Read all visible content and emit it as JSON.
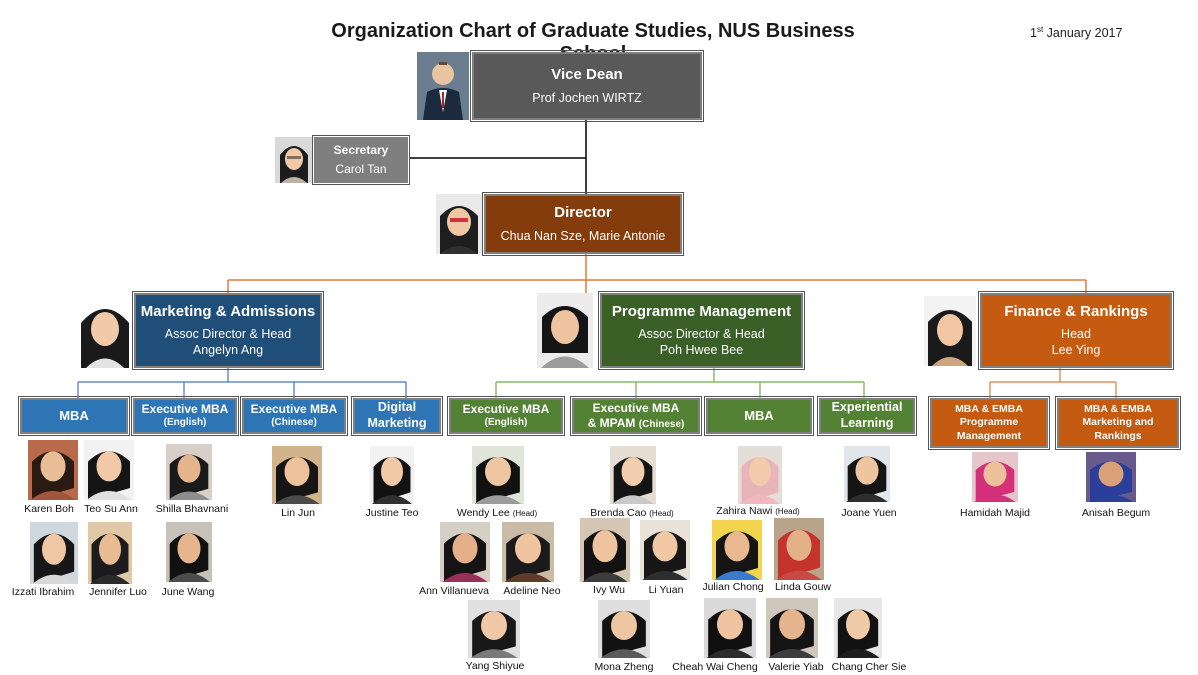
{
  "title": "Organization Chart of Graduate Studies, NUS Business School",
  "date": {
    "day": "1",
    "suffix": "st",
    "rest": "January 2017"
  },
  "colors": {
    "vice_dean": "#595959",
    "secretary": "#7f7f7f",
    "director": "#843c0c",
    "marketing": "#1f4e79",
    "programme": "#3a5f27",
    "finance": "#c55a11"
  },
  "vice_dean": {
    "role": "Vice Dean",
    "name": "Prof Jochen WIRTZ"
  },
  "secretary": {
    "role": "Secretary",
    "name": "Carol Tan"
  },
  "director": {
    "role": "Director",
    "name": "Chua Nan Sze, Marie Antonie"
  },
  "departments": {
    "marketing": {
      "title": "Marketing & Admissions",
      "role": "Assoc Director & Head",
      "name": "Angelyn Ang"
    },
    "programme": {
      "title": "Programme Management",
      "role": "Assoc Director & Head",
      "name": "Poh Hwee Bee"
    },
    "finance": {
      "title": "Finance & Rankings",
      "role": "Head",
      "name": "Lee Ying"
    }
  },
  "subunits": {
    "mkt_mba": {
      "line1": "MBA",
      "line2": ""
    },
    "mkt_emba_en": {
      "line1": "Executive MBA",
      "line2": "(English)"
    },
    "mkt_emba_cn": {
      "line1": "Executive MBA",
      "line2": "(Chinese)"
    },
    "mkt_digital": {
      "line1": "Digital",
      "line2": "Marketing"
    },
    "pm_emba": {
      "line1": "Executive MBA",
      "line2": "(English)"
    },
    "pm_emba_mpam": {
      "line1": "Executive MBA",
      "line2": "& MPAM",
      "line2b": "(Chinese)"
    },
    "pm_mba": {
      "line1": "MBA",
      "line2": ""
    },
    "pm_exp": {
      "line1": "Experiential",
      "line2": "Learning"
    },
    "fin_pm": {
      "line1": "MBA & EMBA",
      "line2": "Programme",
      "line3": "Management"
    },
    "fin_mr": {
      "line1": "MBA & EMBA",
      "line2": "Marketing and",
      "line3": "Rankings"
    }
  },
  "staff": {
    "karen": "Karen Boh",
    "teo": "Teo Su Ann",
    "shilla": "Shilla Bhavnani",
    "izzati": "Izzati Ibrahim",
    "jennifer": "Jennifer Luo",
    "june": "June Wang",
    "linjun": "Lin Jun",
    "justine": "Justine Teo",
    "wendy": "Wendy Lee",
    "wendy_tag": "(Head)",
    "ann": "Ann Villanueva",
    "adeline": "Adeline Neo",
    "yang": "Yang Shiyue",
    "brenda": "Brenda Cao",
    "brenda_tag": "(Head)",
    "ivy": "Ivy Wu",
    "liyuan": "Li Yuan",
    "mona": "Mona Zheng",
    "zahira": "Zahira Nawi",
    "zahira_tag": "(Head)",
    "julian": "Julian Chong",
    "linda": "Linda Gouw",
    "cheah": "Cheah Wai Cheng",
    "valerie": "Valerie Yiab",
    "chang": "Chang Cher Sie",
    "joane": "Joane Yuen",
    "hamidah": "Hamidah Majid",
    "anisah": "Anisah Begum"
  }
}
